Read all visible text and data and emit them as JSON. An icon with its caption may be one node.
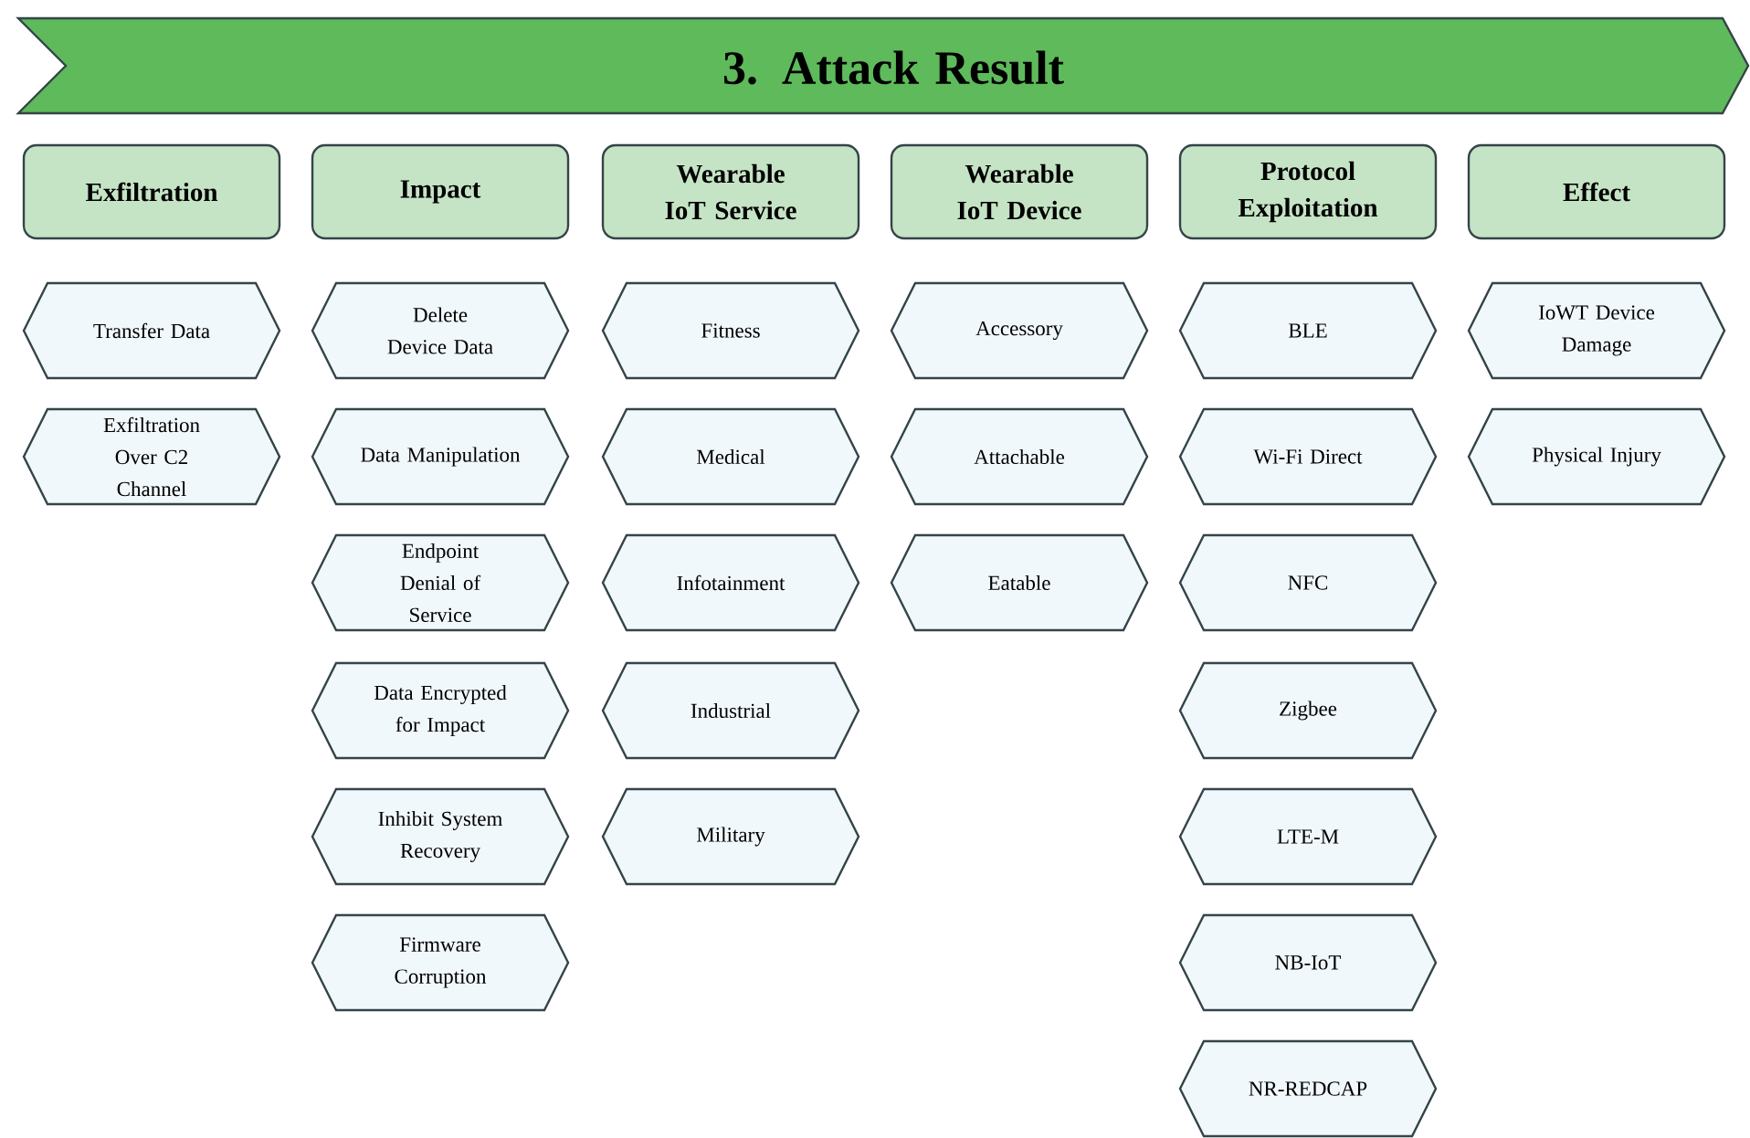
{
  "diagram": {
    "nodes": [
      {
        "text": [
          "3. Attack Result"
        ]
      },
      {
        "text": [
          "Exfiltration"
        ]
      },
      {
        "text": [
          "Transfer Data"
        ]
      },
      {
        "text": [
          "Exfiltration Over C2 Channel"
        ]
      },
      {
        "text": [
          "Impact"
        ]
      },
      {
        "text": [
          "Delete Device Data"
        ]
      },
      {
        "text": [
          "Data Manipulation"
        ]
      },
      {
        "text": [
          "Endpoint Denial of Service"
        ]
      },
      {
        "text": [
          "Data Encrypted for Impact"
        ]
      },
      {
        "text": [
          "Inhibit System Recovery"
        ]
      },
      {
        "text": [
          "Firmware Corruption"
        ]
      },
      {
        "text": [
          "Wearable IoT Service"
        ]
      },
      {
        "text": [
          "Fitness"
        ]
      },
      {
        "text": [
          "Medical"
        ]
      },
      {
        "text": [
          "Infotainment"
        ]
      },
      {
        "text": [
          "Industrial"
        ]
      },
      {
        "text": [
          "Military"
        ]
      },
      {
        "text": [
          "Wearable IoT Device"
        ]
      },
      {
        "text": [
          "Accessory"
        ]
      },
      {
        "text": [
          "Attachable"
        ]
      },
      {
        "text": [
          "Eatable"
        ]
      },
      {
        "text": [
          "Protocol Exploitation"
        ]
      },
      {
        "text": [
          "BLE"
        ]
      },
      {
        "text": [
          "Wi-Fi Direct"
        ]
      },
      {
        "text": [
          "NFC"
        ]
      },
      {
        "text": [
          "Zigbee"
        ]
      },
      {
        "text": [
          "LTE-M"
        ]
      },
      {
        "text": [
          "NB-IoT"
        ]
      },
      {
        "text": [
          "NR-REDCAP"
        ]
      },
      {
        "text": [
          "Effect"
        ]
      },
      {
        "text": [
          "IoWT Device Damage"
        ]
      },
      {
        "text": [
          "Physical Injury"
        ]
      }
    ]
  }
}
